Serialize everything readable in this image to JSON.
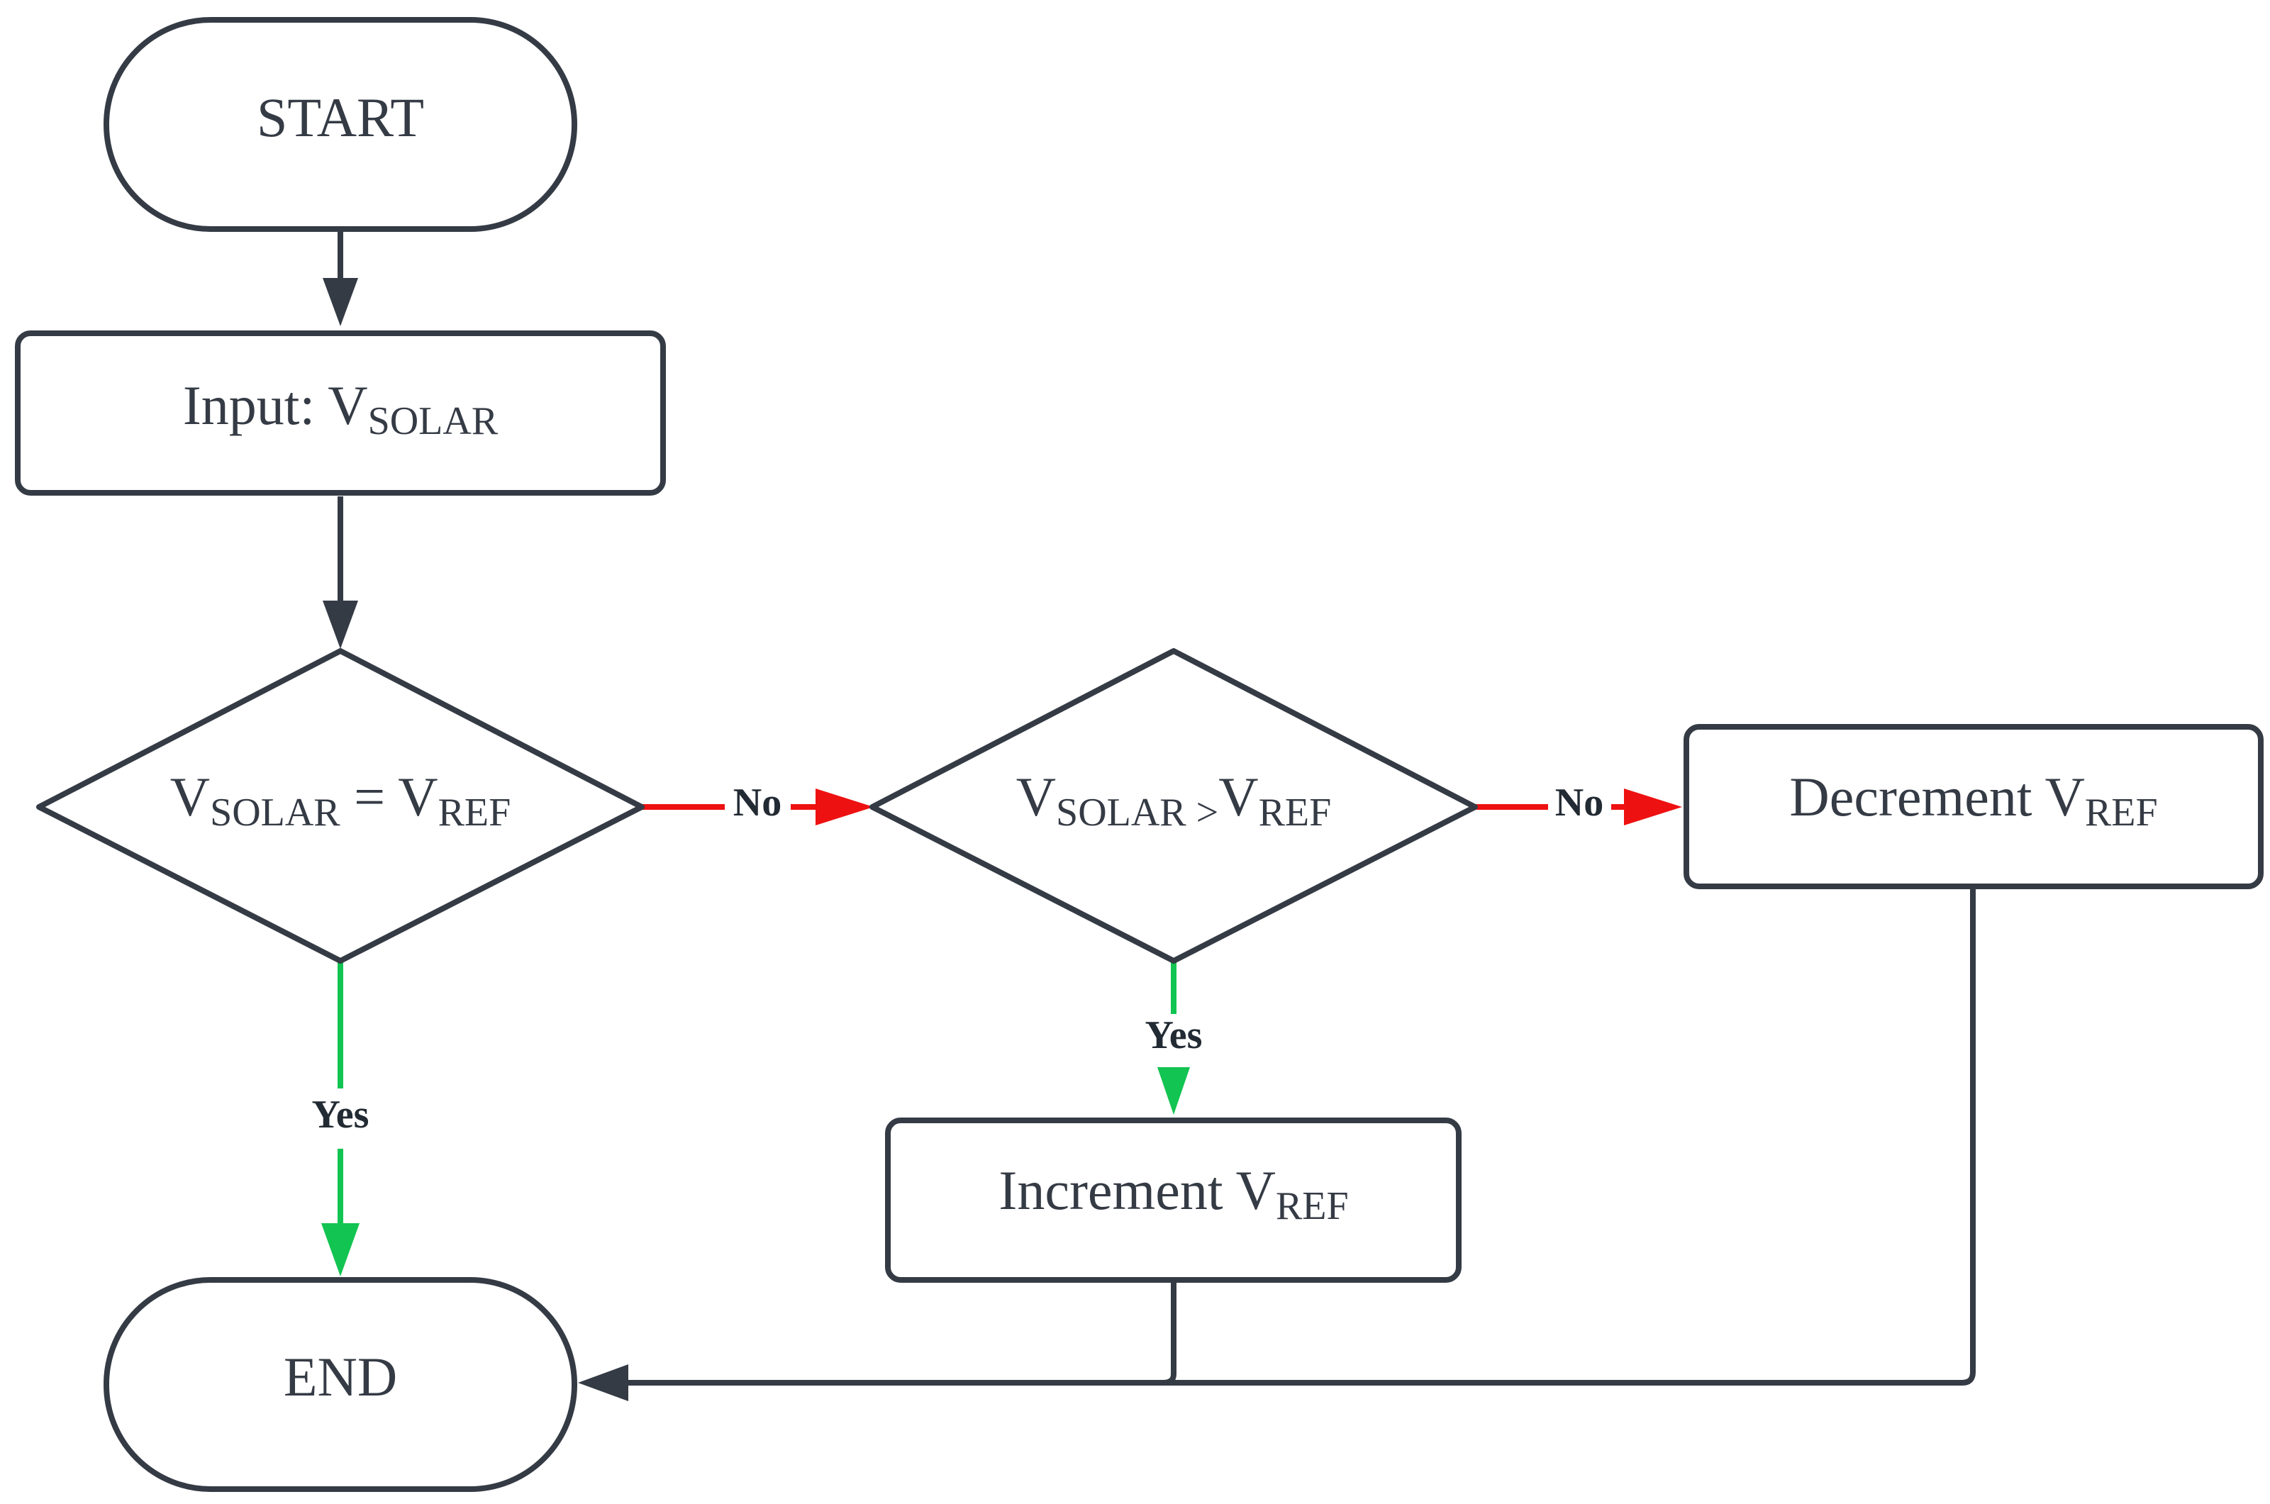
{
  "colors": {
    "outline": "#353b45",
    "yes": "#12c451",
    "no": "#ee1111"
  },
  "nodes": {
    "start": {
      "label": "START"
    },
    "input": {
      "label": "Input: V",
      "sub": "SOLAR"
    },
    "decision_equal": {
      "v1": "V",
      "s1": "SOLAR",
      "op": " = V",
      "s2": "REF"
    },
    "decision_greater": {
      "v1": "V",
      "s1": "SOLAR",
      "op": " >",
      "v2": "V",
      "s2": "REF"
    },
    "decrement": {
      "label": "Decrement V",
      "sub": "REF"
    },
    "increment": {
      "label": "Increment V",
      "sub": "REF"
    },
    "end": {
      "label": "END"
    }
  },
  "edges": {
    "equal_yes": "Yes",
    "equal_no": "No",
    "greater_yes": "Yes",
    "greater_no": "No"
  }
}
